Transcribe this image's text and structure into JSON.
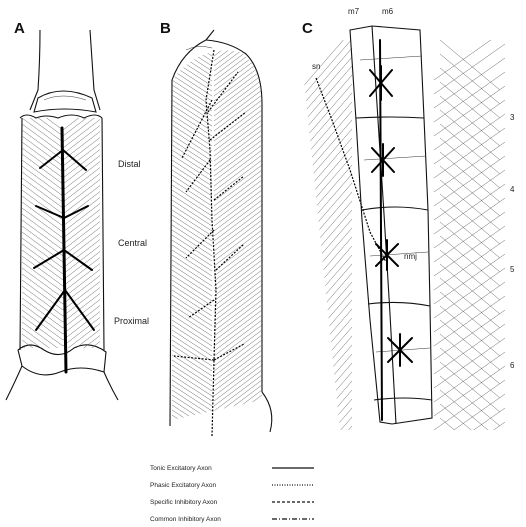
{
  "panels": {
    "a": {
      "letter": "A",
      "labels": {
        "distal": "Distal",
        "central": "Central",
        "proximal": "Proximal"
      }
    },
    "b": {
      "letter": "B"
    },
    "c": {
      "letter": "C",
      "muscle_labels": {
        "m7": "m7",
        "m6": "m6"
      },
      "nerve_label": "sn",
      "junction_label": "nmj",
      "segment_numbers": [
        "3",
        "4",
        "5",
        "6"
      ]
    }
  },
  "legend": [
    {
      "label": "Tonic Excitatory Axon",
      "style": "solid"
    },
    {
      "label": "Phasic Excitatory Axon",
      "style": "dotted"
    },
    {
      "label": "Specific Inhibitory Axon",
      "style": "dashed"
    },
    {
      "label": "Common Inhibitory Axon",
      "style": "dash-dot"
    }
  ]
}
